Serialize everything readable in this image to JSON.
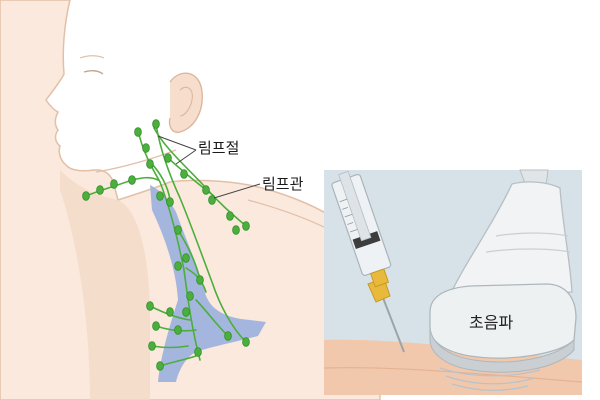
{
  "labels": {
    "lymph_node": "림프절",
    "lymph_vessel": "림프관",
    "ultrasound": "초음파"
  },
  "colors": {
    "skin": "#fbe9dd",
    "skin_shade": "#f3d9c7",
    "skin_outline": "#e2c0a8",
    "vein": "#9fb3dc",
    "lymph": "#4cae3c",
    "lymph_dark": "#2f8f2a",
    "inset_bg": "#d7e1e8",
    "tissue": "#f2c8ad",
    "probe": "#f1f3f4",
    "probe_shade": "#c9cfd3",
    "needle_tip": "#e8b93a"
  }
}
